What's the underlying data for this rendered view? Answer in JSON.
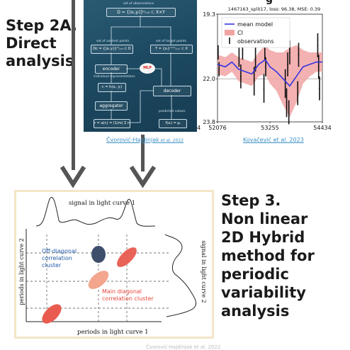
{
  "step2a": {
    "text": "Step 2A.\nDirect\nanalysis"
  },
  "step3": {
    "text": "Step 3.\nNon linear\n2D Hybrid\nmethod for\nperiodic\nvariability\nanalysis"
  },
  "neural_process": {
    "observations_label": "set of observations",
    "observations_formula": "D = {(xᵢ,yᵢ)}ⁿᵢ₌₀ ⊂ X×Y",
    "context_label": "set of context points",
    "context_formula": "Dc = {(xᵢ,yᵢ)}ᵐᵢ₌₀ ⊂ D",
    "target_label": "set of target points",
    "target_formula": "T = {xᵢ}ⁿ⁺ᵐᵢ₌ₘ ⊂ X",
    "encoder": "encoder",
    "individual_label": "individual representations",
    "repr_formula": "rᵢ = h(xᵢ, yᵢ)",
    "aggregator": "aggregator",
    "agg_formula": "r = a(rᵢ) = (1/m) Σ rᵢ",
    "mlp": "MLP",
    "decoder": "decoder",
    "predicted_label": "predicted values",
    "predicted_formula": "f(xᵢ) = μᵢ"
  },
  "caption_left": {
    "main": "Čvorović-Hajdinjak",
    "sub": " et al. 2022"
  },
  "caption_right": {
    "main": "Kovačević et al. 2023"
  },
  "chart_top_cut": "g",
  "chart_data": {
    "type": "line",
    "title": "1467163_split17, loss: 96.38, MSE: 0.39",
    "xlim": [
      52076,
      54434
    ],
    "ylim": [
      23.8,
      19.3
    ],
    "inverted_y": true,
    "x_ticks": [
      "52076",
      "53255",
      "54434"
    ],
    "y_ticks": [
      "19.3",
      "22.0",
      "23.8"
    ],
    "x_edge_label": "4",
    "legend": [
      "mean model",
      "CI",
      "observations"
    ],
    "legend_position": "top-right",
    "colors": {
      "mean": "#3535e0",
      "ci": "#f2a3a3",
      "obs": "#111111"
    },
    "mean_model": {
      "x": [
        52076,
        52250,
        52400,
        52550,
        52700,
        52850,
        53000,
        53150,
        53255,
        53400,
        53550,
        53700,
        53850,
        54000,
        54150,
        54300,
        54434
      ],
      "y": [
        21.4,
        21.5,
        21.3,
        21.6,
        21.7,
        21.8,
        21.4,
        21.2,
        21.5,
        21.7,
        22.0,
        22.3,
        21.9,
        21.5,
        21.4,
        21.3,
        21.3
      ]
    },
    "ci_upper": [
      21.0,
      21.1,
      20.9,
      21.1,
      21.2,
      21.3,
      20.9,
      20.6,
      20.8,
      20.9,
      20.9,
      20.7,
      20.6,
      20.8,
      20.9,
      20.9,
      20.9
    ],
    "ci_lower": [
      21.8,
      21.9,
      21.7,
      22.1,
      22.2,
      22.3,
      21.9,
      21.8,
      22.2,
      22.5,
      23.1,
      23.6,
      23.0,
      22.2,
      21.9,
      21.7,
      21.7
    ],
    "observations": [
      {
        "x": 52090,
        "y": 20.9,
        "err": 0.3
      },
      {
        "x": 52110,
        "y": 21.6,
        "err": 0.3
      },
      {
        "x": 52560,
        "y": 21.1,
        "err": 0.4
      },
      {
        "x": 52600,
        "y": 21.9,
        "err": 0.5
      },
      {
        "x": 52640,
        "y": 20.8,
        "err": 0.4
      },
      {
        "x": 52900,
        "y": 22.1,
        "err": 0.6
      },
      {
        "x": 52930,
        "y": 21.2,
        "err": 0.5
      },
      {
        "x": 53120,
        "y": 22.4,
        "err": 0.6
      },
      {
        "x": 53140,
        "y": 20.7,
        "err": 0.5
      },
      {
        "x": 53160,
        "y": 21.5,
        "err": 0.4
      },
      {
        "x": 53600,
        "y": 22.2,
        "err": 0.6
      },
      {
        "x": 53630,
        "y": 23.0,
        "err": 0.6
      },
      {
        "x": 53655,
        "y": 21.4,
        "err": 0.5
      },
      {
        "x": 53680,
        "y": 23.4,
        "err": 0.5
      },
      {
        "x": 53700,
        "y": 20.9,
        "err": 0.5
      },
      {
        "x": 53880,
        "y": 22.6,
        "err": 0.5
      },
      {
        "x": 53900,
        "y": 21.0,
        "err": 0.5
      },
      {
        "x": 54330,
        "y": 20.6,
        "err": 0.5
      },
      {
        "x": 54350,
        "y": 21.5,
        "err": 0.5
      },
      {
        "x": 54370,
        "y": 22.4,
        "err": 0.5
      }
    ]
  },
  "hybrid_diagram": {
    "top_label": "signal in light curve 1",
    "bottom_label": "periods in light curve 1",
    "left_label": "periods in light curve 2",
    "right_label": "signal in light curve 2",
    "off_diagonal": "Off-diagonal\ncorrelation\ncluster",
    "main_diagonal": "Main diagonal\ncorrelation cluster",
    "colors": {
      "off": "#1f5aa8",
      "main": "#e8453a",
      "dark_cluster": "#3d4f6a",
      "red_cluster": "#e95b4f",
      "light_cluster": "#f3a58e"
    }
  },
  "bottom_cut_text": "Čvorović-Hajdinjak et al. 2022"
}
